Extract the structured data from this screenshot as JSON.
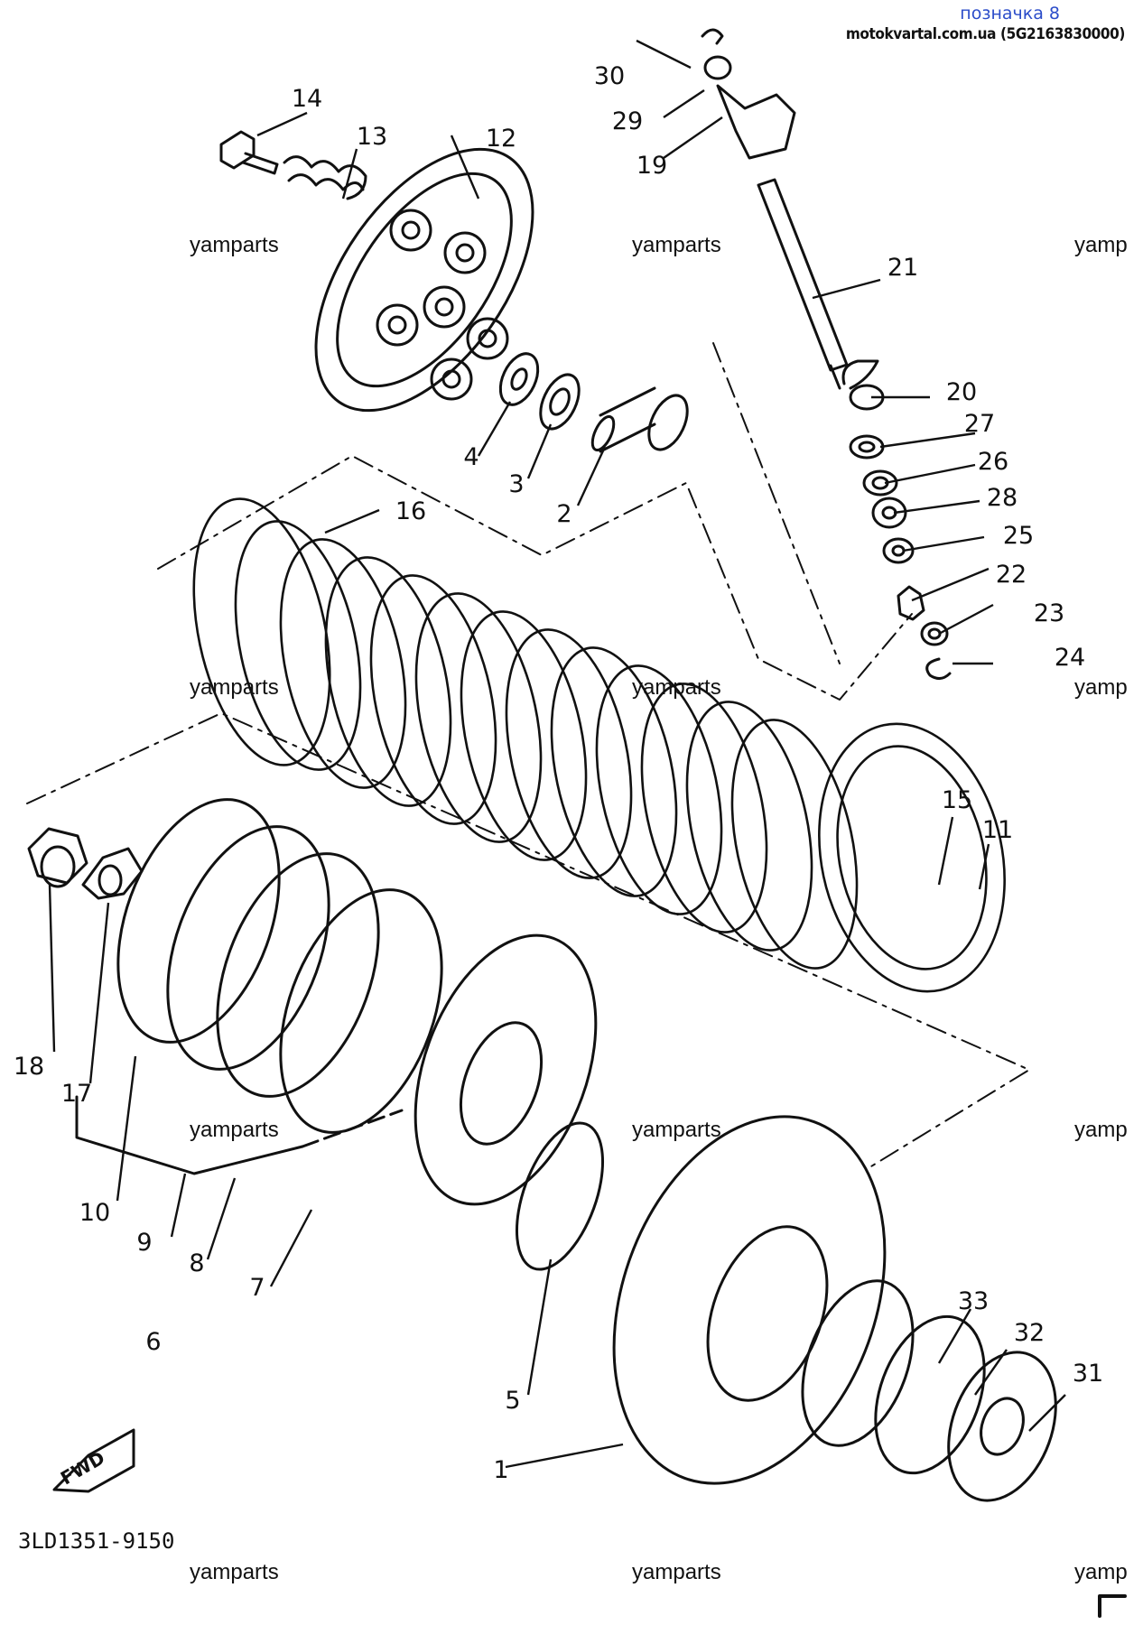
{
  "header": {
    "tag": "позначка 8",
    "site": "motokvartal.com.ua (5G2163830000)"
  },
  "watermark": "yamparts",
  "watermark_cut": "yamp",
  "ref_code": "3LD1351-9150",
  "fwd_label": "FWD",
  "callouts": [
    "1",
    "2",
    "3",
    "4",
    "5",
    "6",
    "7",
    "8",
    "9",
    "10",
    "11",
    "12",
    "13",
    "14",
    "15",
    "16",
    "17",
    "18",
    "19",
    "20",
    "21",
    "22",
    "23",
    "24",
    "25",
    "26",
    "27",
    "28",
    "29",
    "30",
    "31",
    "32",
    "33"
  ]
}
